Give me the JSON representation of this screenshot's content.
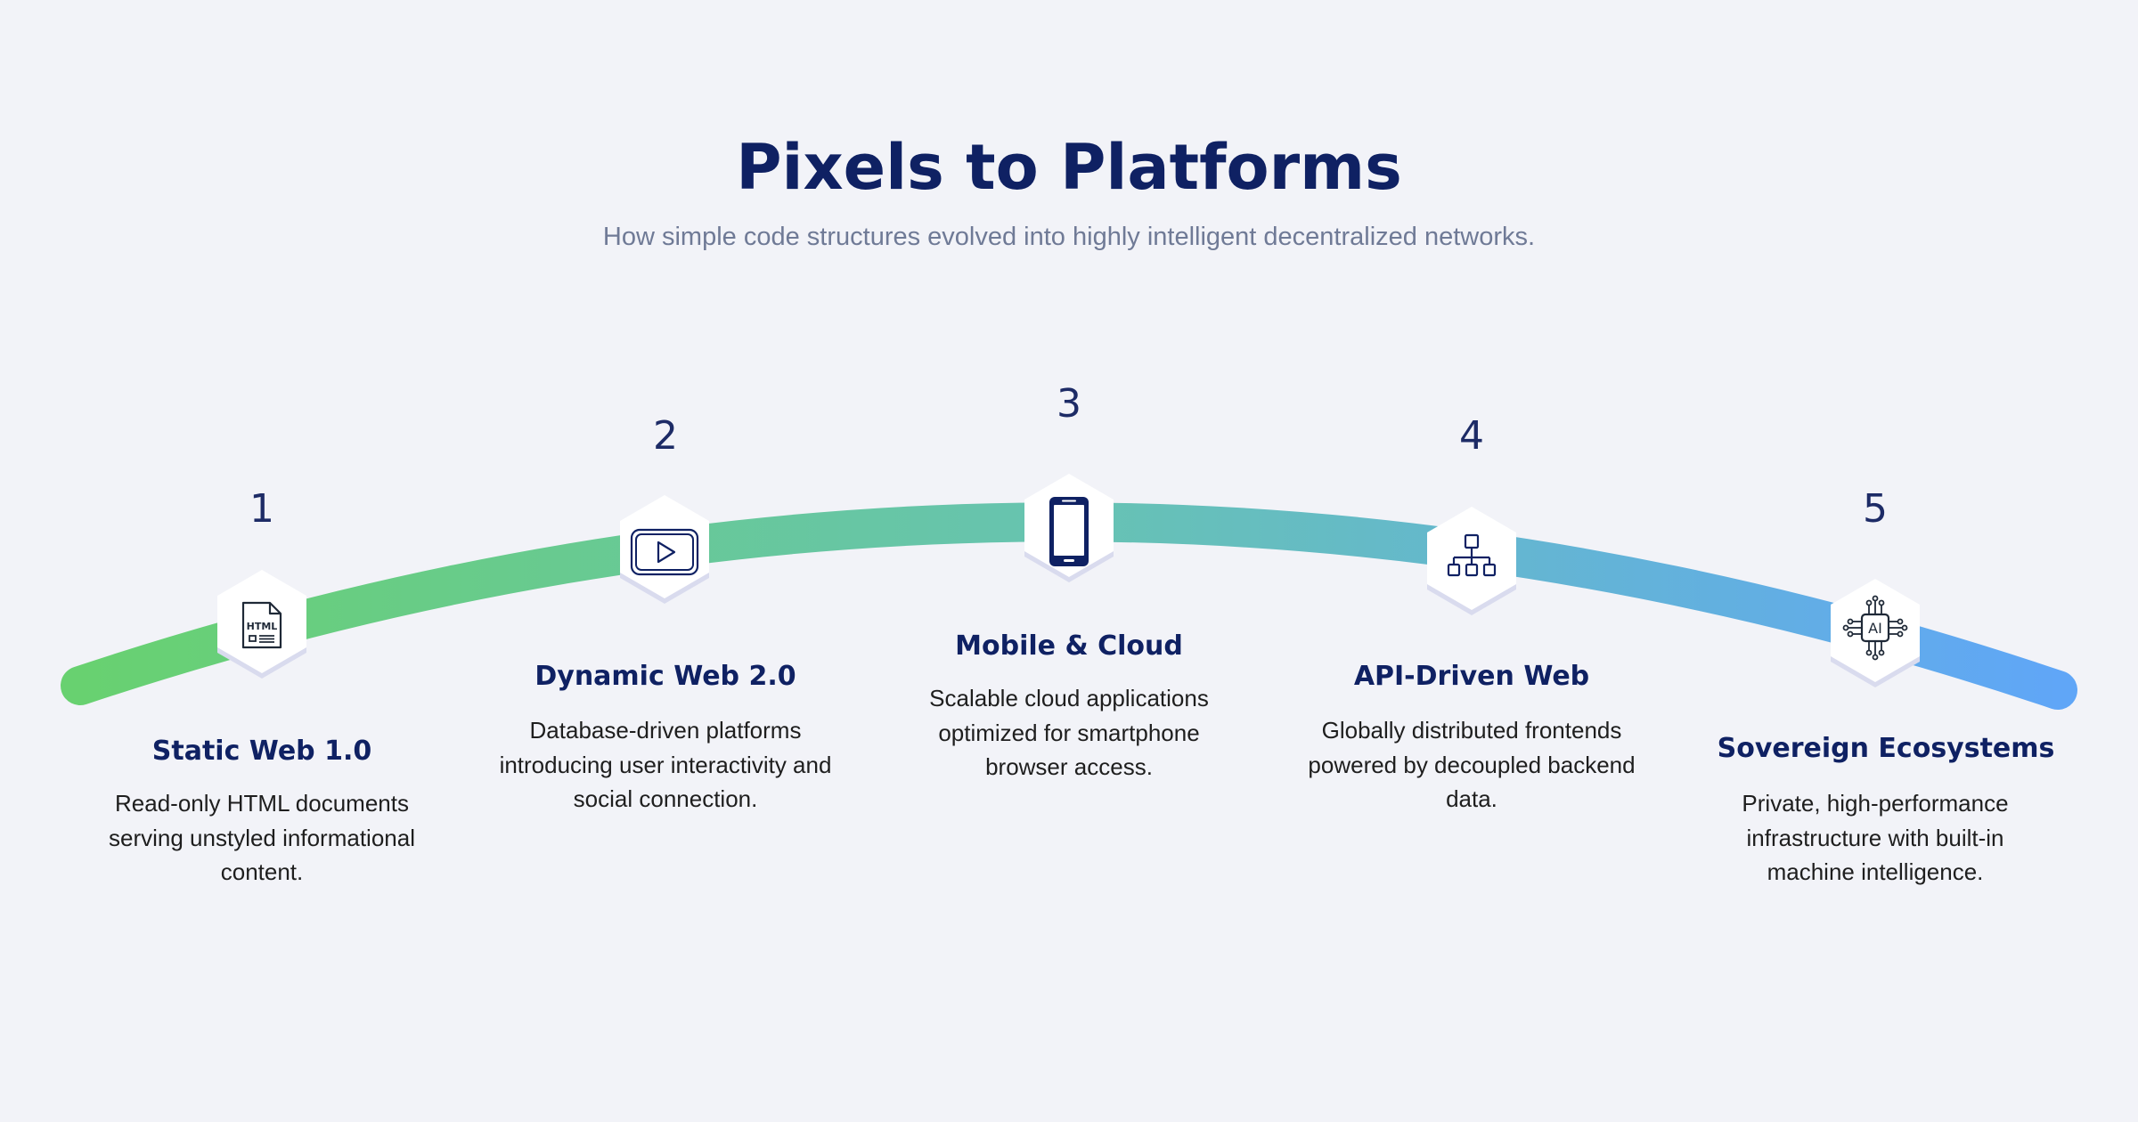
{
  "header": {
    "title": "Pixels to Platforms",
    "subtitle": "How simple code structures evolved into highly intelligent decentralized networks."
  },
  "colors": {
    "title": "#0f2163",
    "gradient_start": "#68d170",
    "gradient_end": "#60a6f7",
    "background": "#f2f3f8"
  },
  "steps": [
    {
      "number": "1",
      "icon": "html-document-icon",
      "icon_text": "HTML",
      "title": "Static Web 1.0",
      "description": "Read-only HTML documents serving unstyled informational content."
    },
    {
      "number": "2",
      "icon": "video-play-icon",
      "title": "Dynamic Web 2.0",
      "description": "Database-driven platforms introducing user interactivity and social connection."
    },
    {
      "number": "3",
      "icon": "smartphone-icon",
      "title": "Mobile & Cloud",
      "description": "Scalable cloud applications optimized for smartphone browser access."
    },
    {
      "number": "4",
      "icon": "network-hierarchy-icon",
      "title": "API-Driven Web",
      "description": "Globally distributed frontends powered by decoupled backend data."
    },
    {
      "number": "5",
      "icon": "ai-chip-icon",
      "icon_text": "AI",
      "title": "Sovereign Ecosystems",
      "description": "Private, high-performance infrastructure with built-in machine intelligence."
    }
  ]
}
